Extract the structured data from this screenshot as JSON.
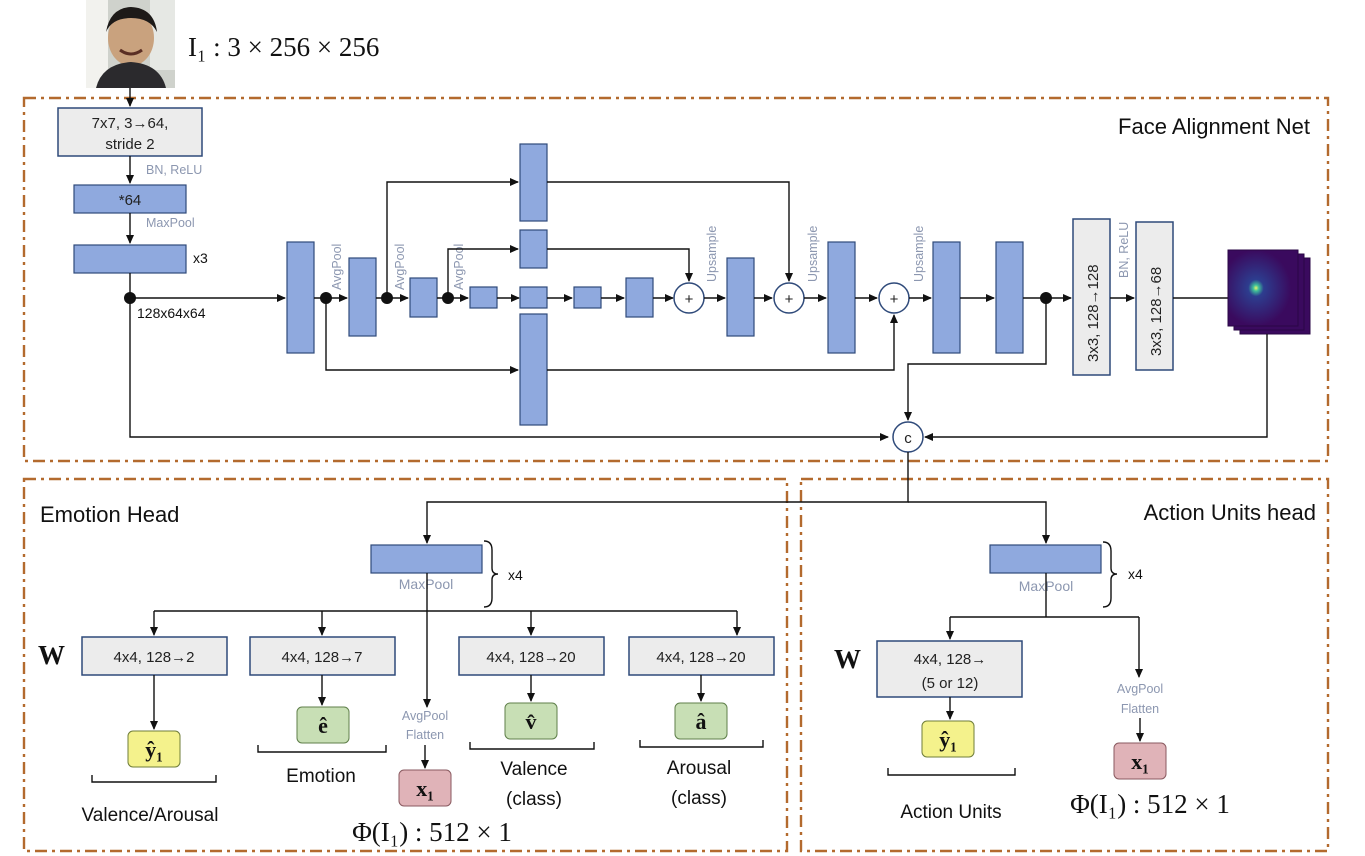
{
  "input": {
    "label": "I₁ : 3 × 256 × 256"
  },
  "fan": {
    "title": "Face Alignment Net",
    "conv1_line1": "7x7, 3→64,",
    "conv1_line2": "stride 2",
    "bn_relu": "BN, ReLU",
    "block64": "*64",
    "maxpool": "MaxPool",
    "x3": "x3",
    "feat_shape": "128x64x64",
    "avgpool": "AvgPool",
    "upsample": "Upsample",
    "plus": "+",
    "conv_a": "3x3, 128→128",
    "conv_b": "3x3, 128→68",
    "bn_relu2": "BN, ReLU",
    "concat": "c"
  },
  "emotion_head": {
    "title": "Emotion Head",
    "maxpool": "MaxPool",
    "x4": "x4",
    "w": "W",
    "boxes": [
      "4x4, 128→2",
      "4x4, 128→7",
      "4x4, 128→20",
      "4x4, 128→20"
    ],
    "outputs": [
      "ŷ₁",
      "ê",
      "v̂",
      "â"
    ],
    "avgpool": "AvgPool",
    "flatten": "Flatten",
    "x1": "x₁",
    "captions": [
      "Valence/Arousal",
      "Emotion",
      "Valence",
      "(class)",
      "Arousal",
      "(class)"
    ],
    "phi": "Φ(I₁) : 512 × 1"
  },
  "au_head": {
    "title": "Action Units head",
    "maxpool": "MaxPool",
    "x4": "x4",
    "w": "W",
    "box_line1": "4x4, 128→",
    "box_line2": "(5 or 12)",
    "output": "ŷ₁",
    "avgpool": "AvgPool",
    "flatten": "Flatten",
    "x1": "x₁",
    "caption": "Action Units",
    "phi": "Φ(I₁) : 512 × 1"
  },
  "colors": {
    "block_fill": "#8fa9de",
    "block_stroke": "#2f4a7a",
    "dash_border": "#b36a2e",
    "yellow": "#f4f28c",
    "green": "#c8dfb5",
    "pink": "#e0b3b8",
    "heatmap": "#3a0a5e"
  }
}
